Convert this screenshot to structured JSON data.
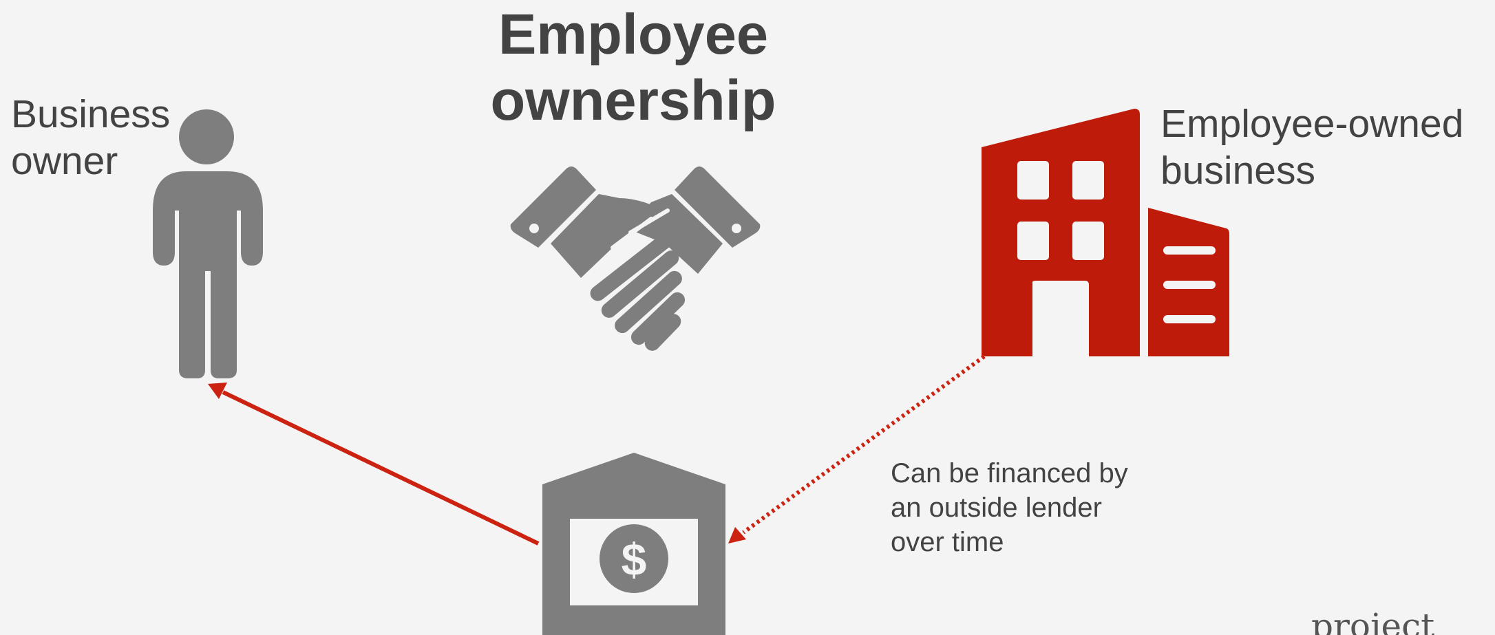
{
  "title": "Employee\nownership",
  "labels": {
    "business_owner": "Business\nowner",
    "employee_owned_business": "Employee-owned\nbusiness",
    "financing_note": "Can be financed by\nan outside lender\nover time"
  },
  "watermark": "project",
  "icons": {
    "person": "person-icon",
    "handshake": "handshake-icon",
    "building": "office-building-icon",
    "bank": "bank-dollar-icon"
  },
  "colors": {
    "background": "#f4f4f4",
    "text": "#434343",
    "icon_gray": "#7f7e7f",
    "accent_red": "#bf1b0b",
    "arrow_red": "#cc2211"
  }
}
